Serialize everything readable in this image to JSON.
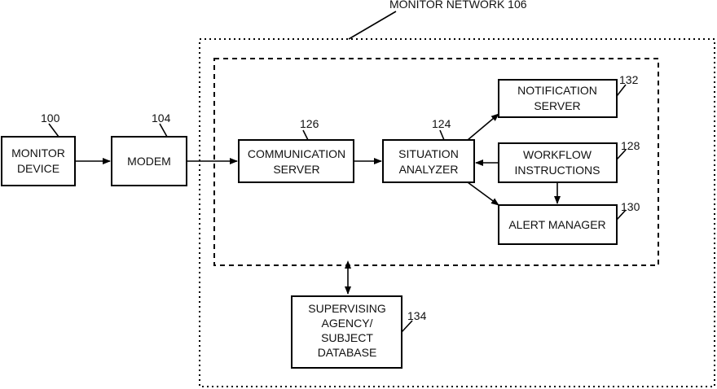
{
  "diagram": {
    "network_label": "MONITOR NETWORK 106",
    "nodes": {
      "monitor_device": {
        "lines": [
          "MONITOR",
          "DEVICE"
        ],
        "ref": "100"
      },
      "modem": {
        "lines": [
          "MODEM"
        ],
        "ref": "104"
      },
      "communication_server": {
        "lines": [
          "COMMUNICATION",
          "SERVER"
        ],
        "ref": "126"
      },
      "situation_analyzer": {
        "lines": [
          "SITUATION",
          "ANALYZER"
        ],
        "ref": "124"
      },
      "notification_server": {
        "lines": [
          "NOTIFICATION",
          "SERVER"
        ],
        "ref": "132"
      },
      "workflow_instructions": {
        "lines": [
          "WORKFLOW",
          "INSTRUCTIONS"
        ],
        "ref": "128"
      },
      "alert_manager": {
        "lines": [
          "ALERT MANAGER"
        ],
        "ref": "130"
      },
      "supervising_database": {
        "lines": [
          "SUPERVISING",
          "AGENCY/",
          "SUBJECT",
          "DATABASE"
        ],
        "ref": "134"
      }
    }
  }
}
